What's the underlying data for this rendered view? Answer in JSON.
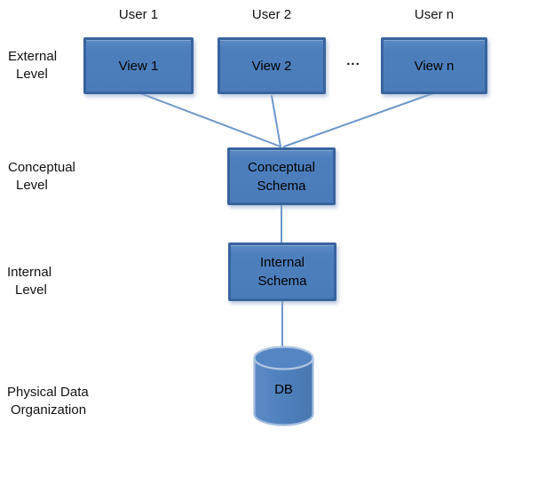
{
  "colors": {
    "box_fill": "#4d7fbd",
    "box_border": "#38649f",
    "connector": "#6d97ca",
    "cylinder_fill": "#4f81bd",
    "cylinder_stroke": "#a3bcde",
    "text": "#000000"
  },
  "users": [
    {
      "label": "User 1"
    },
    {
      "label": "User 2"
    },
    {
      "label": "User n"
    }
  ],
  "views": [
    {
      "label": "View 1"
    },
    {
      "label": "View 2"
    },
    {
      "label": "View n"
    }
  ],
  "ellipsis": "...",
  "level_labels": [
    {
      "line1": "External",
      "line2": "Level"
    },
    {
      "line1": "Conceptual",
      "line2": "Level"
    },
    {
      "line1": "Internal",
      "line2": "Level"
    },
    {
      "line1": "Physical Data",
      "line2": "Organization"
    }
  ],
  "nodes": {
    "conceptual_schema": {
      "line1": "Conceptual",
      "line2": "Schema"
    },
    "internal_schema": {
      "line1": "Internal",
      "line2": "Schema"
    },
    "database": {
      "label": "DB"
    }
  }
}
